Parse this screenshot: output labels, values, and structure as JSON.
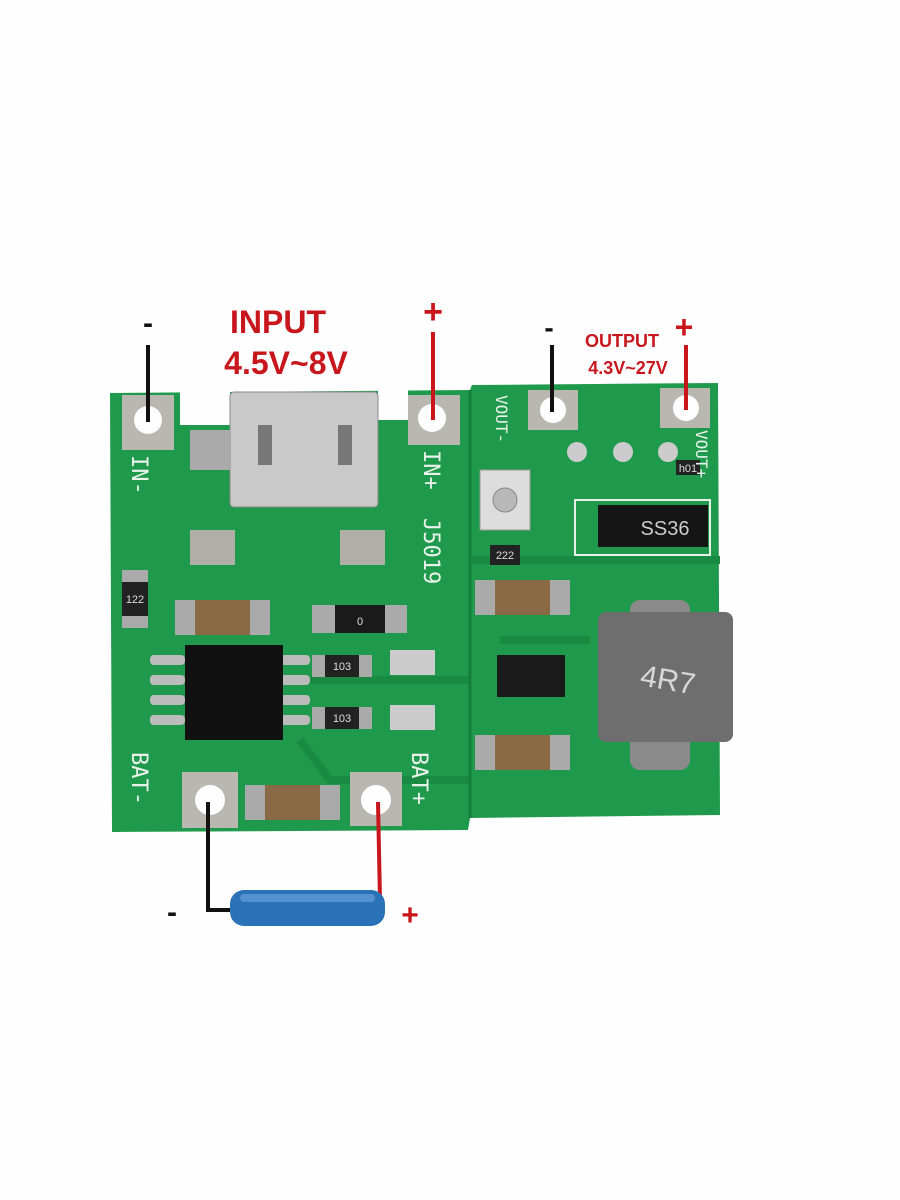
{
  "annotations": {
    "input_title": "INPUT",
    "input_range": "4.5V~8V",
    "output_title": "OUTPUT",
    "output_range": "4.3V~27V",
    "in_minus": "-",
    "in_plus": "+",
    "out_minus": "-",
    "out_plus": "+",
    "bat_minus": "-",
    "bat_plus": "+"
  },
  "silkscreen": {
    "in_minus": "IN-",
    "in_plus": "IN+",
    "model": "J5019",
    "vout_minus": "VOUT-",
    "vout_plus": "VOUT+",
    "bat_minus": "BAT-",
    "bat_plus": "BAT+"
  },
  "components": {
    "diode": "SS36",
    "inductor": "4R7",
    "resistor_a": "103",
    "resistor_b": "103",
    "resistor_c": "122",
    "resistor_d": "222",
    "zero_ohm": "0",
    "small_r": "h01"
  },
  "colors": {
    "pcb": "#1f9a4c",
    "label_red": "#c8161d",
    "battery": "#2a72b8"
  }
}
